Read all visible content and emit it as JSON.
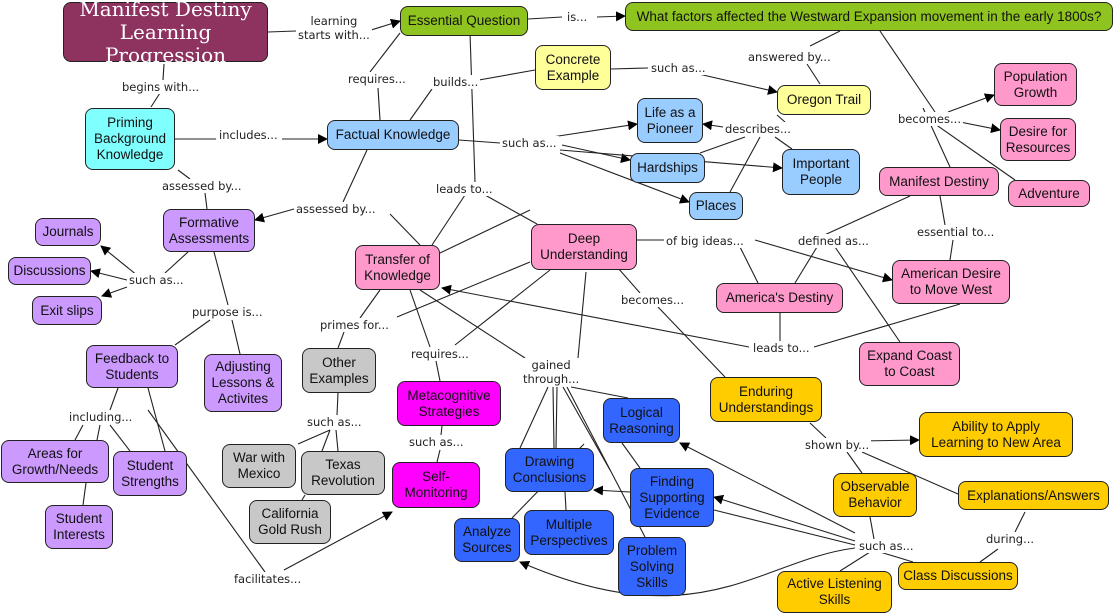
{
  "colors": {
    "maroon": "#8e3260",
    "green": "#8fc31f",
    "yellow": "#ffff99",
    "light_blue": "#99ccff",
    "cyan": "#80ffff",
    "lavender": "#cc99ff",
    "pink": "#ff99cc",
    "magenta": "#ff00ff",
    "gray": "#c8c8c8",
    "royal_blue": "#3366ff",
    "gold": "#ffcc00"
  },
  "nodes": {
    "title": "Manifest Destiny\nLearning Progression",
    "essential_question": "Essential Question",
    "question_text": "What factors affected the Westward Expansion movement in the early 1800s?",
    "concrete_example": "Concrete\nExample",
    "oregon_trail": "Oregon Trail",
    "priming": "Priming\nBackground\nKnowledge",
    "factual_knowledge": "Factual Knowledge",
    "life_pioneer": "Life as a\nPioneer",
    "hardships": "Hardships",
    "important_people": "Important\nPeople",
    "places": "Places",
    "population_growth": "Population\nGrowth",
    "desire_resources": "Desire for\nResources",
    "adventure": "Adventure",
    "manifest_destiny": "Manifest Destiny",
    "formative": "Formative\nAssessments",
    "journals": "Journals",
    "discussions": "Discussions",
    "exit_slips": "Exit slips",
    "transfer": "Transfer of\nKnowledge",
    "deep_understanding": "Deep\nUnderstanding",
    "americas_destiny": "America's Destiny",
    "american_desire": "American Desire\nto Move West",
    "expand_coast": "Expand Coast\nto Coast",
    "feedback": "Feedback to\nStudents",
    "adjusting": "Adjusting\nLessons &\nActivites",
    "other_examples": "Other\nExamples",
    "metacognitive": "Metacognitive\nStrategies",
    "enduring": "Enduring\nUnderstandings",
    "areas_growth": "Areas for\nGrowth/Needs",
    "student_strengths": "Student\nStrengths",
    "student_interests": "Student\nInterests",
    "war_mexico": "War with\nMexico",
    "texas_revolution": "Texas\nRevolution",
    "gold_rush": "California\nGold Rush",
    "self_monitoring": "Self-\nMonitoring",
    "logical_reasoning": "Logical\nReasoning",
    "drawing_conclusions": "Drawing\nConclusions",
    "finding_evidence": "Finding\nSupporting\nEvidence",
    "analyze_sources": "Analyze\nSources",
    "multiple_perspectives": "Multiple\nPerspectives",
    "problem_solving": "Problem\nSolving\nSkills",
    "ability_apply": "Ability to Apply\nLearning to New Area",
    "observable_behavior": "Observable\nBehavior",
    "explanations": "Explanations/Answers",
    "class_discussions": "Class Discussions",
    "active_listening": "Active Listening\nSkills"
  },
  "links": {
    "learning_starts": "learning\nstarts with...",
    "is": "is...",
    "begins_with": "begins with...",
    "requires1": "requires...",
    "builds": "builds...",
    "such_as_concrete": "such as...",
    "answered_by": "answered by...",
    "includes": "includes...",
    "such_as_factual": "such as...",
    "describes": "describes...",
    "becomes_q": "becomes...",
    "assessed_by1": "assessed by...",
    "assessed_by2": "assessed by...",
    "leads_to1": "leads to...",
    "such_as_formative": "such as...",
    "of_big_ideas": "of big ideas...",
    "defined_as": "defined as...",
    "essential_to": "essential to...",
    "purpose_is": "purpose is...",
    "primes_for": "primes for...",
    "requires2": "requires...",
    "becomes_deep": "becomes...",
    "leads_to2": "leads to...",
    "gained_through": "gained\nthrough...",
    "including": "including...",
    "such_as_other": "such as...",
    "such_as_meta": "such as...",
    "shown_by": "shown by...",
    "such_as_obs": "such as...",
    "during": "during...",
    "facilitates": "facilitates..."
  }
}
